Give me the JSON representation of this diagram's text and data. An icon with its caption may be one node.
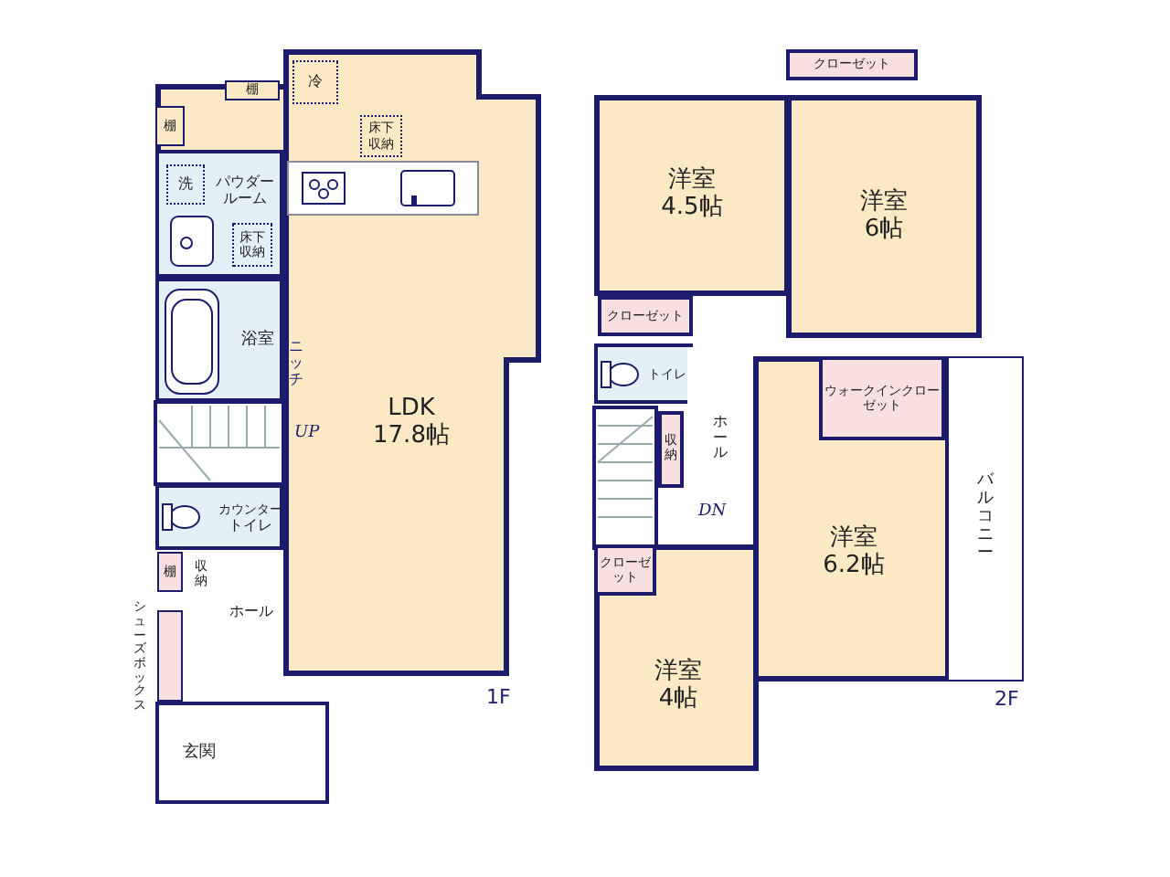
{
  "diagram": {
    "nodes": [
      {
        "text": [
          "棚"
        ]
      },
      {
        "text": [
          "棚"
        ]
      },
      {
        "text": [
          "LDK",
          "17.8帖"
        ]
      },
      {
        "text": [
          "冷"
        ],
        "in": 2
      },
      {
        "text": [
          "床下収納"
        ],
        "in": 2
      },
      {
        "text": [
          "パウダールーム"
        ]
      },
      {
        "text": [
          "洗"
        ],
        "in": 5
      },
      {
        "text": [
          "床下収納"
        ],
        "in": 5
      },
      {
        "text": [
          "浴室"
        ]
      },
      {
        "text": [
          "カウンター",
          "トイレ"
        ]
      },
      {
        "text": [
          "棚"
        ]
      },
      {
        "text": [
          "収納"
        ]
      },
      {
        "text": [
          "ホール"
        ]
      },
      {
        "text": [
          "シューズボックス"
        ]
      },
      {
        "text": [
          "玄関"
        ]
      },
      {
        "text": [
          "クローゼット"
        ]
      },
      {
        "text": [
          "洋室",
          "4.5帖"
        ]
      },
      {
        "text": [
          "洋室",
          "6帖"
        ]
      },
      {
        "text": [
          "クローゼット"
        ]
      },
      {
        "text": [
          "トイレ"
        ]
      },
      {
        "text": [
          "収納"
        ]
      },
      {
        "text": [
          "ホール"
        ]
      },
      {
        "text": [
          "洋室",
          "6.2帖"
        ]
      },
      {
        "text": [
          "ウォークインクローゼット"
        ],
        "in": 22
      },
      {
        "text": [
          "バルコニー"
        ]
      },
      {
        "text": [
          "洋室",
          "4帖"
        ]
      },
      {
        "text": [
          "クローゼット"
        ],
        "in": 25
      }
    ],
    "labels": [
      "ニッチ",
      "UP",
      "1F",
      "DN",
      "2F"
    ]
  }
}
